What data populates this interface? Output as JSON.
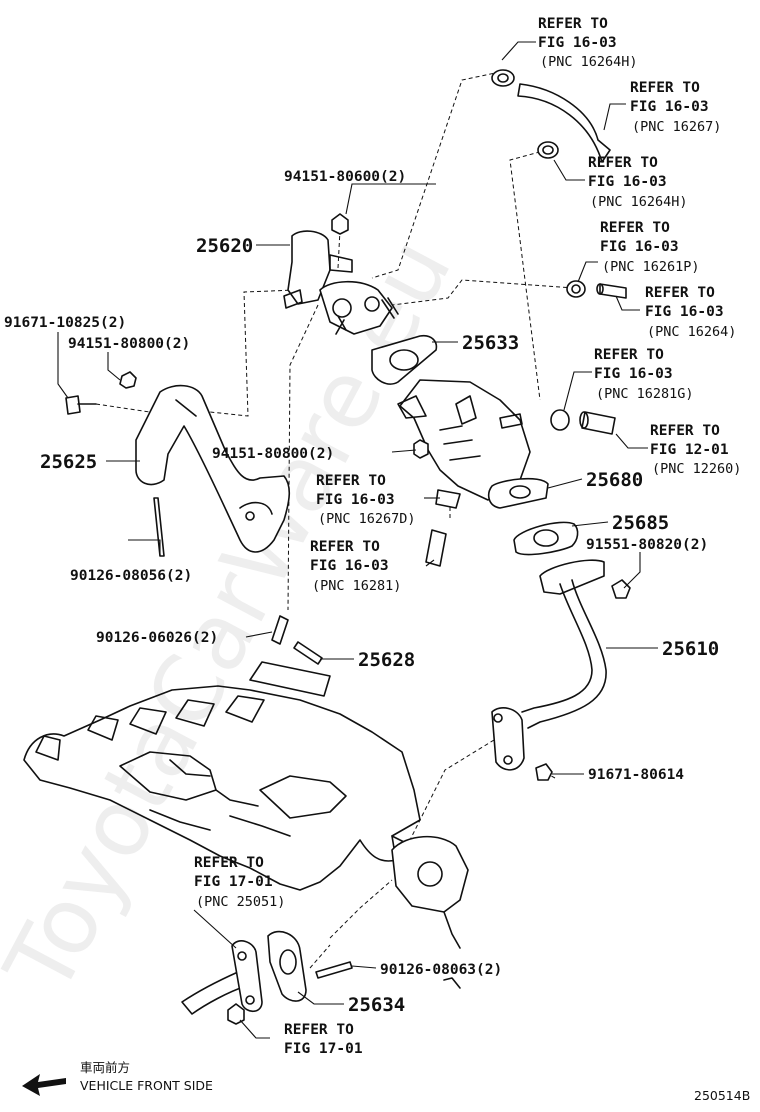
{
  "watermark": "ToyotaCarWare.eu",
  "parts": {
    "p25620": "25620",
    "p25633": "25633",
    "p25625": "25625",
    "p25680": "25680",
    "p25685": "25685",
    "p25610": "25610",
    "p25628": "25628",
    "p25634": "25634"
  },
  "fasteners": {
    "f94151_80600": "94151-80600(2)",
    "f91671_10825": "91671-10825(2)",
    "f94151_80800a": "94151-80800(2)",
    "f94151_80800b": "94151-80800(2)",
    "f90126_08056": "90126-08056(2)",
    "f91551_80820": "91551-80820(2)",
    "f90126_06026": "90126-06026(2)",
    "f91671_80614": "91671-80614",
    "f90126_08063": "90126-08063(2)"
  },
  "refs": [
    {
      "l1": "REFER TO",
      "l2": "FIG 16-03",
      "l3": "(PNC 16264H)"
    },
    {
      "l1": "REFER TO",
      "l2": "FIG 16-03",
      "l3": "(PNC 16267)"
    },
    {
      "l1": "REFER TO",
      "l2": "FIG 16-03",
      "l3": "(PNC 16264H)"
    },
    {
      "l1": "REFER TO",
      "l2": "FIG 16-03",
      "l3": "(PNC 16261P)"
    },
    {
      "l1": "REFER TO",
      "l2": "FIG 16-03",
      "l3": "(PNC 16264)"
    },
    {
      "l1": "REFER TO",
      "l2": "FIG 16-03",
      "l3": "(PNC 16281G)"
    },
    {
      "l1": "REFER TO",
      "l2": "FIG 12-01",
      "l3": "(PNC 12260)"
    },
    {
      "l1": "REFER TO",
      "l2": "FIG 16-03",
      "l3": "(PNC 16267D)"
    },
    {
      "l1": "REFER TO",
      "l2": "FIG 16-03",
      "l3": "(PNC 16281)"
    },
    {
      "l1": "REFER TO",
      "l2": "FIG 17-01",
      "l3": "(PNC 25051)"
    },
    {
      "l1": "REFER TO",
      "l2": "FIG 17-01",
      "l3": ""
    }
  ],
  "front": {
    "jp": "車両前方",
    "en": "VEHICLE FRONT SIDE"
  },
  "figure_code": "250514B",
  "icons": {
    "front_arrow": "arrow-left-icon"
  }
}
